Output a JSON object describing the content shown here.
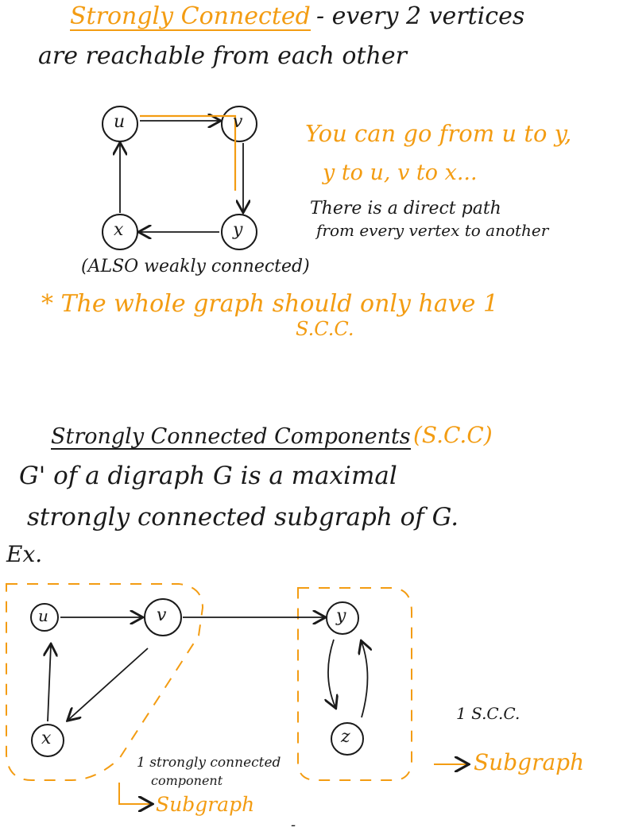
{
  "colors": {
    "ink": "#1a1a1a",
    "accent": "#f39c12"
  },
  "section1": {
    "title": "Strongly Connected",
    "def_line1": "- every 2 vertices",
    "def_line2": "are reachable from each other",
    "note_line1": "You can go from u to y,",
    "note_line2": "y to u, v to x...",
    "direct_line1": "There is a direct path",
    "direct_line2": "from every vertex to another",
    "weak_note": "(ALSO weakly connected)",
    "whole_graph_line1": "* The whole graph should only have 1",
    "whole_graph_line2": "S.C.C.",
    "nodes": [
      "u",
      "v",
      "y",
      "x"
    ]
  },
  "section2": {
    "title": "Strongly Connected Components",
    "title_abbr": "(S.C.C)",
    "def_line1": "G' of a digraph G is a maximal",
    "def_line2": "strongly connected subgraph of G.",
    "example": "Ex.",
    "nodes": [
      "u",
      "v",
      "x",
      "y",
      "z"
    ],
    "component_note_line1": "1 strongly connected",
    "component_note_line2": "component",
    "subgraph_left": "Subgraph",
    "scc_count": "1 S.C.C.",
    "subgraph_right": "Subgraph",
    "dash": "-"
  }
}
